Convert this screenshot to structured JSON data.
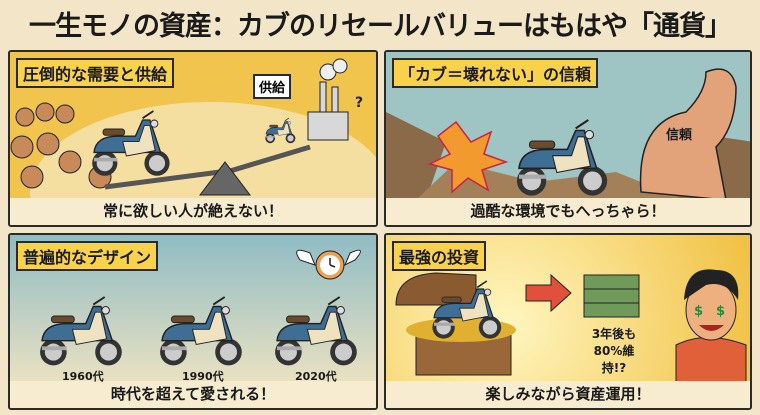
{
  "title": "一生モノの資産：カブのリセールバリューはもはや「通貨」",
  "panels": [
    {
      "label": "圧倒的な需要と供給",
      "caption": "常に欲しい人が絶えない！",
      "bubble": "供給",
      "mark": "?"
    },
    {
      "label": "「カブ＝壊れない」の信頼",
      "caption": "過酷な環境でもへっちゃら！",
      "arm_text": "信頼"
    },
    {
      "label": "普遍的なデザイン",
      "caption": "時代を超えて愛される！",
      "eras": [
        "1960代",
        "1990代",
        "2020代"
      ]
    },
    {
      "label": "最強の投資",
      "caption": "楽しみながら資産運用！",
      "note_line1": "3年後も",
      "note_line2": "80%維持!?"
    }
  ],
  "colors": {
    "accent": "#f8d24a",
    "bike": "#3f6e94",
    "arrow": "#e0503a",
    "money": "#6f9a5a"
  }
}
